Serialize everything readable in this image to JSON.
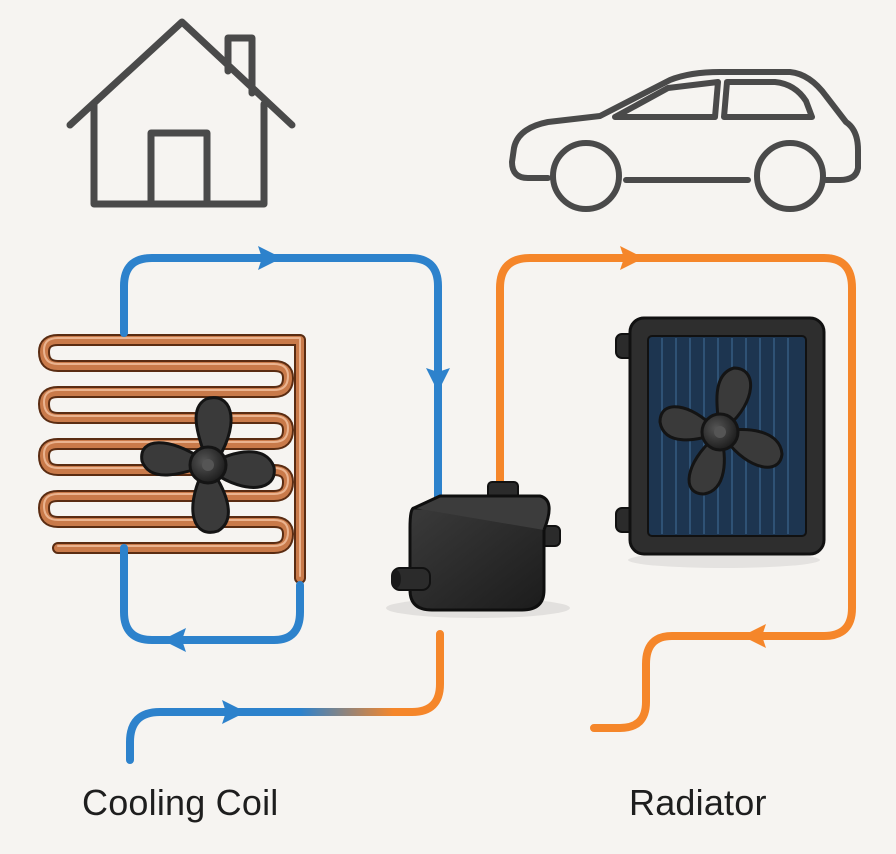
{
  "labels": {
    "cooling_coil": "Cooling Coil",
    "radiator": "Radiator"
  },
  "icons": {
    "house": "house-icon",
    "car": "car-icon",
    "coil": "copper-coil",
    "coil_fan": "fan-icon",
    "pump": "pump-icon",
    "radiator": "radiator-icon",
    "radiator_fan": "fan-icon"
  },
  "colors": {
    "cool_loop": "#2d82cc",
    "hot_loop": "#f5862a",
    "copper": "#c97a4a",
    "outline": "#4a4a4a",
    "dark_part": "#2b2b2b",
    "radiator_core": "#1d3550",
    "background": "#f6f4f1"
  }
}
